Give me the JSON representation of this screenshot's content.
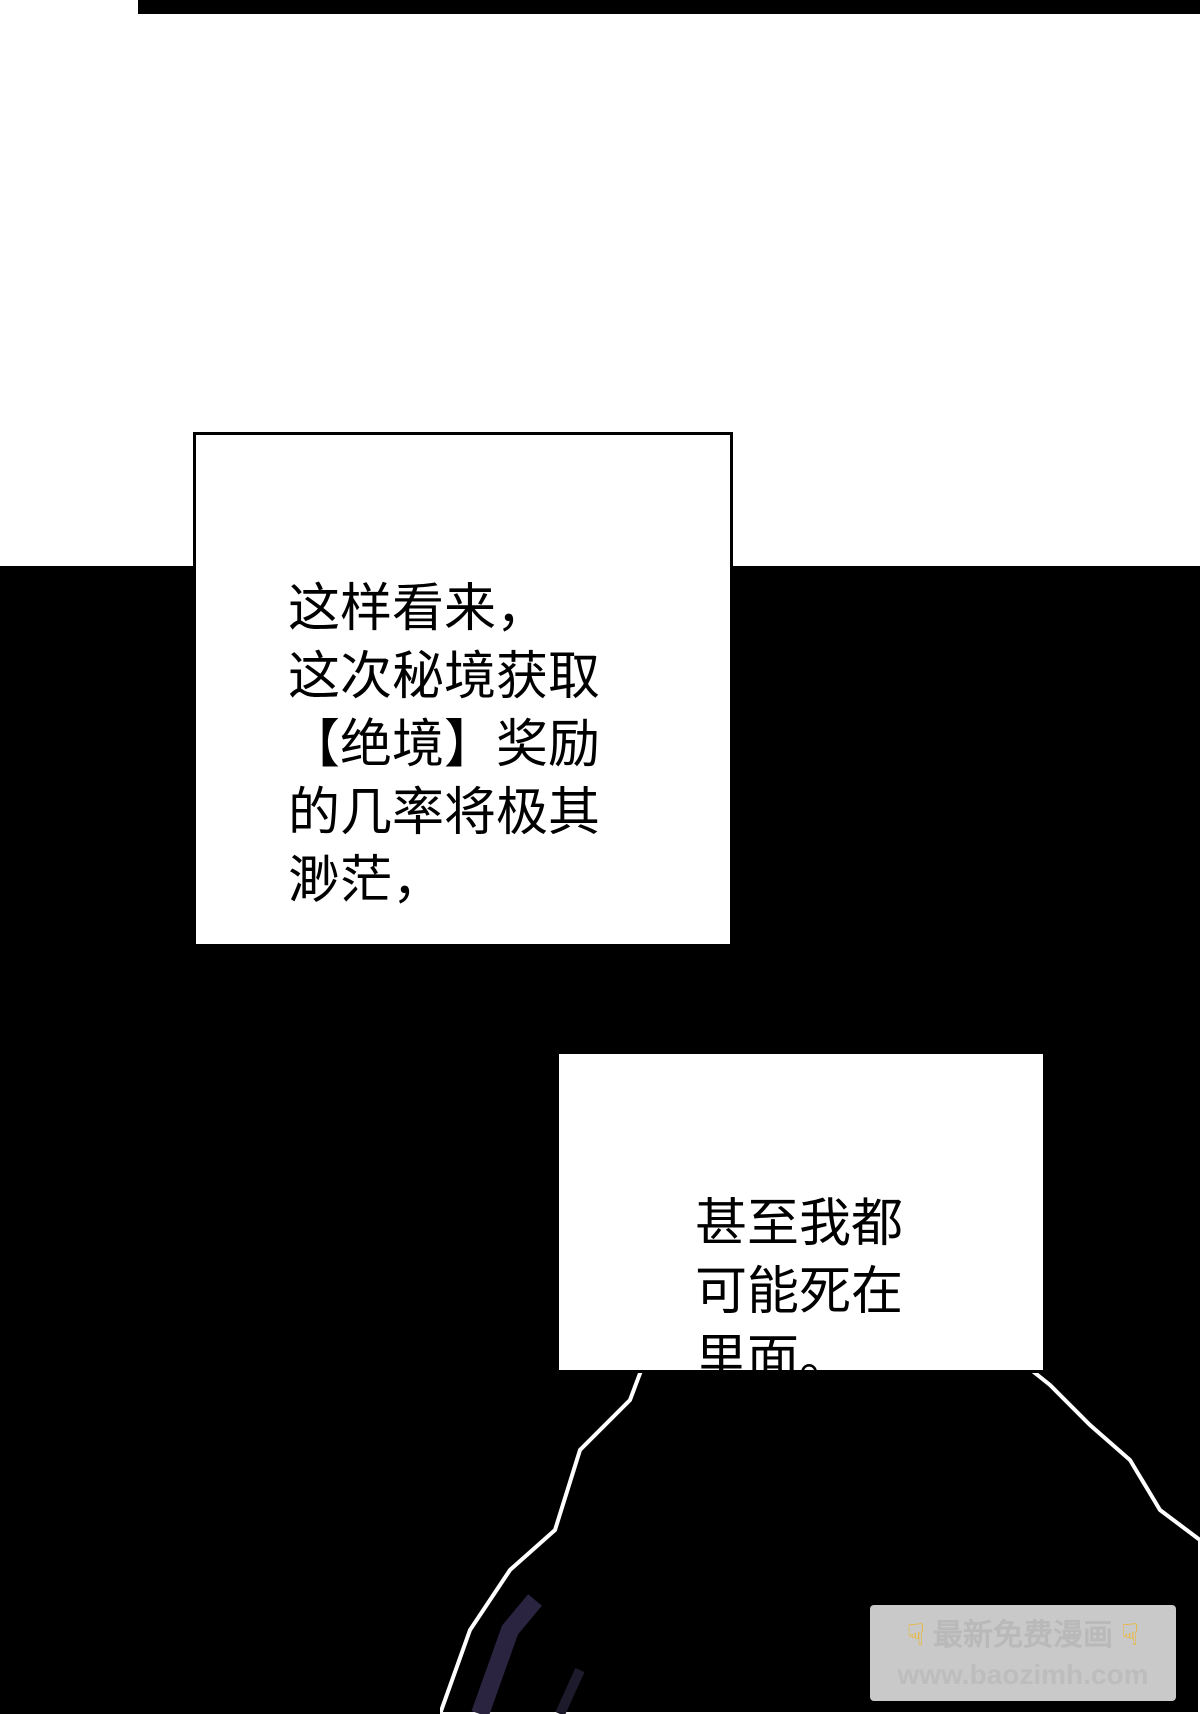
{
  "panel_text": {
    "caption_1": "这样看来，\n这次秘境获取\n【绝境】奖励\n的几率将极其\n渺茫，",
    "caption_2": "甚至我都\n可能死在\n里面。"
  },
  "watermark": {
    "line1": "最新免费漫画",
    "line2": "www.baozimh.com",
    "icon": "pointing-down-hand-icon"
  },
  "colors": {
    "background": "#ffffff",
    "panel": "#000000",
    "hand_icon": "#f2b418"
  }
}
